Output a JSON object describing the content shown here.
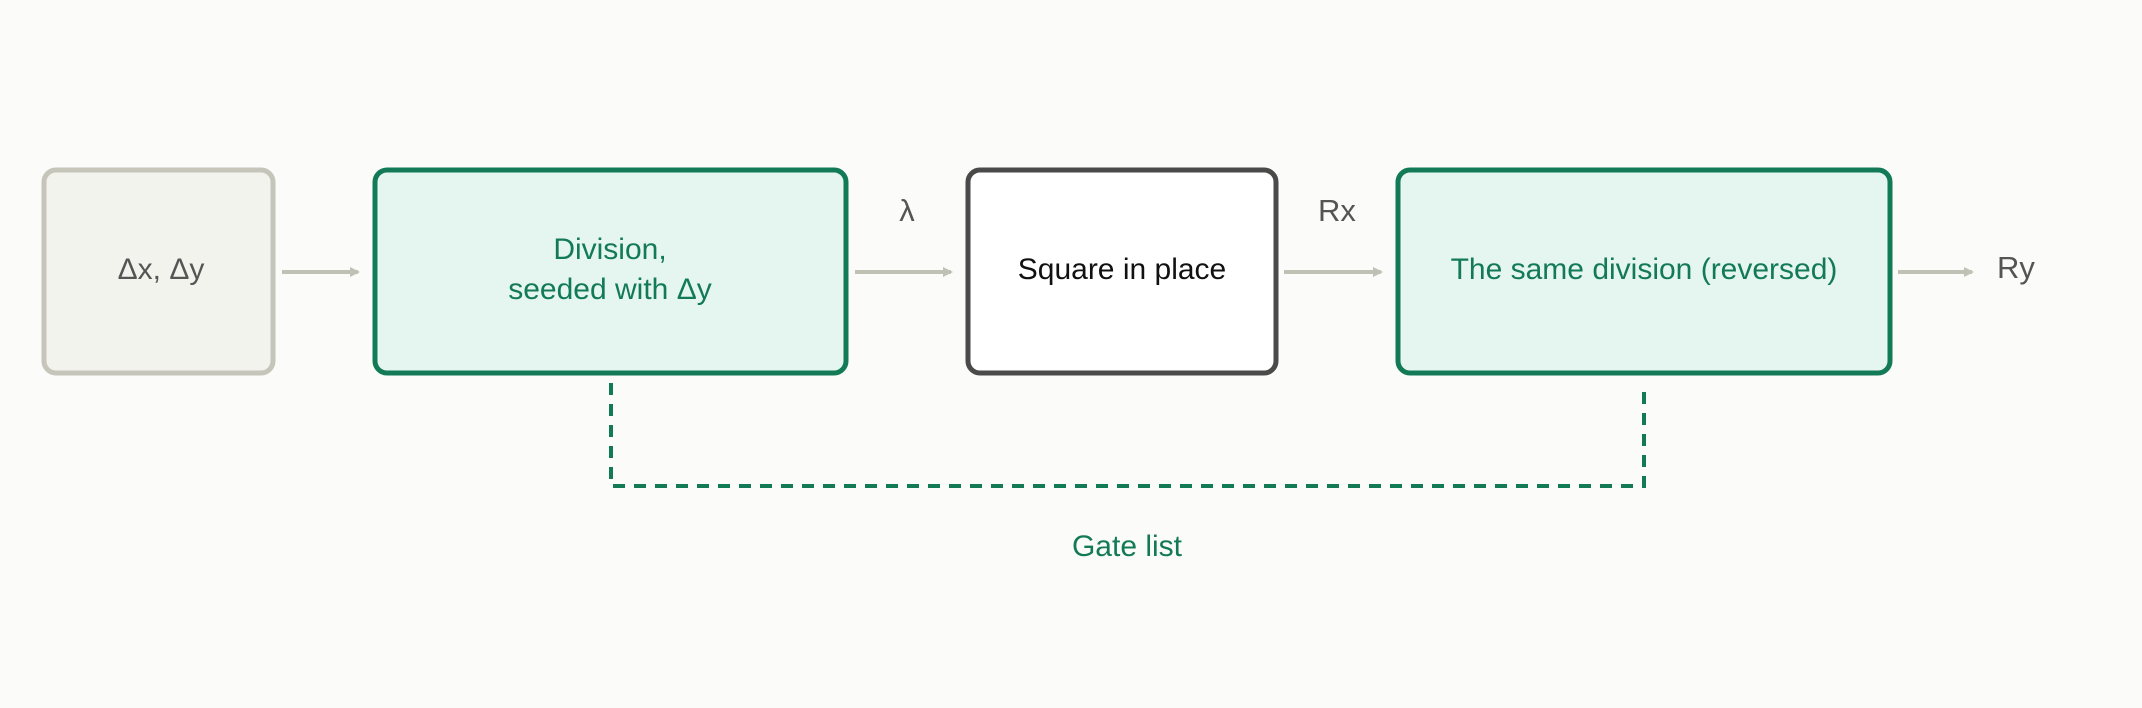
{
  "colors": {
    "background": "#fbfbf9",
    "input_fill": "#f3f3ee",
    "input_stroke": "#c5c5ba",
    "input_text": "#555555",
    "accent": "#137a57",
    "accent_fill": "#e5f5ef",
    "neutral_stroke": "#4a4a4a",
    "neutral_fill": "#ffffff",
    "neutral_text": "#111111",
    "arrow": "#c0c1b5"
  },
  "nodes": {
    "input": {
      "label": "Δx, Δy"
    },
    "division": {
      "line1": "Division,",
      "line2": "seeded with Δy"
    },
    "square": {
      "label": "Square in place"
    },
    "reversed": {
      "label": "The same division (reversed)"
    }
  },
  "edges": {
    "lambda": "λ",
    "rx": "Rx",
    "ry": "Ry"
  },
  "gate_list": {
    "label": "Gate list"
  }
}
